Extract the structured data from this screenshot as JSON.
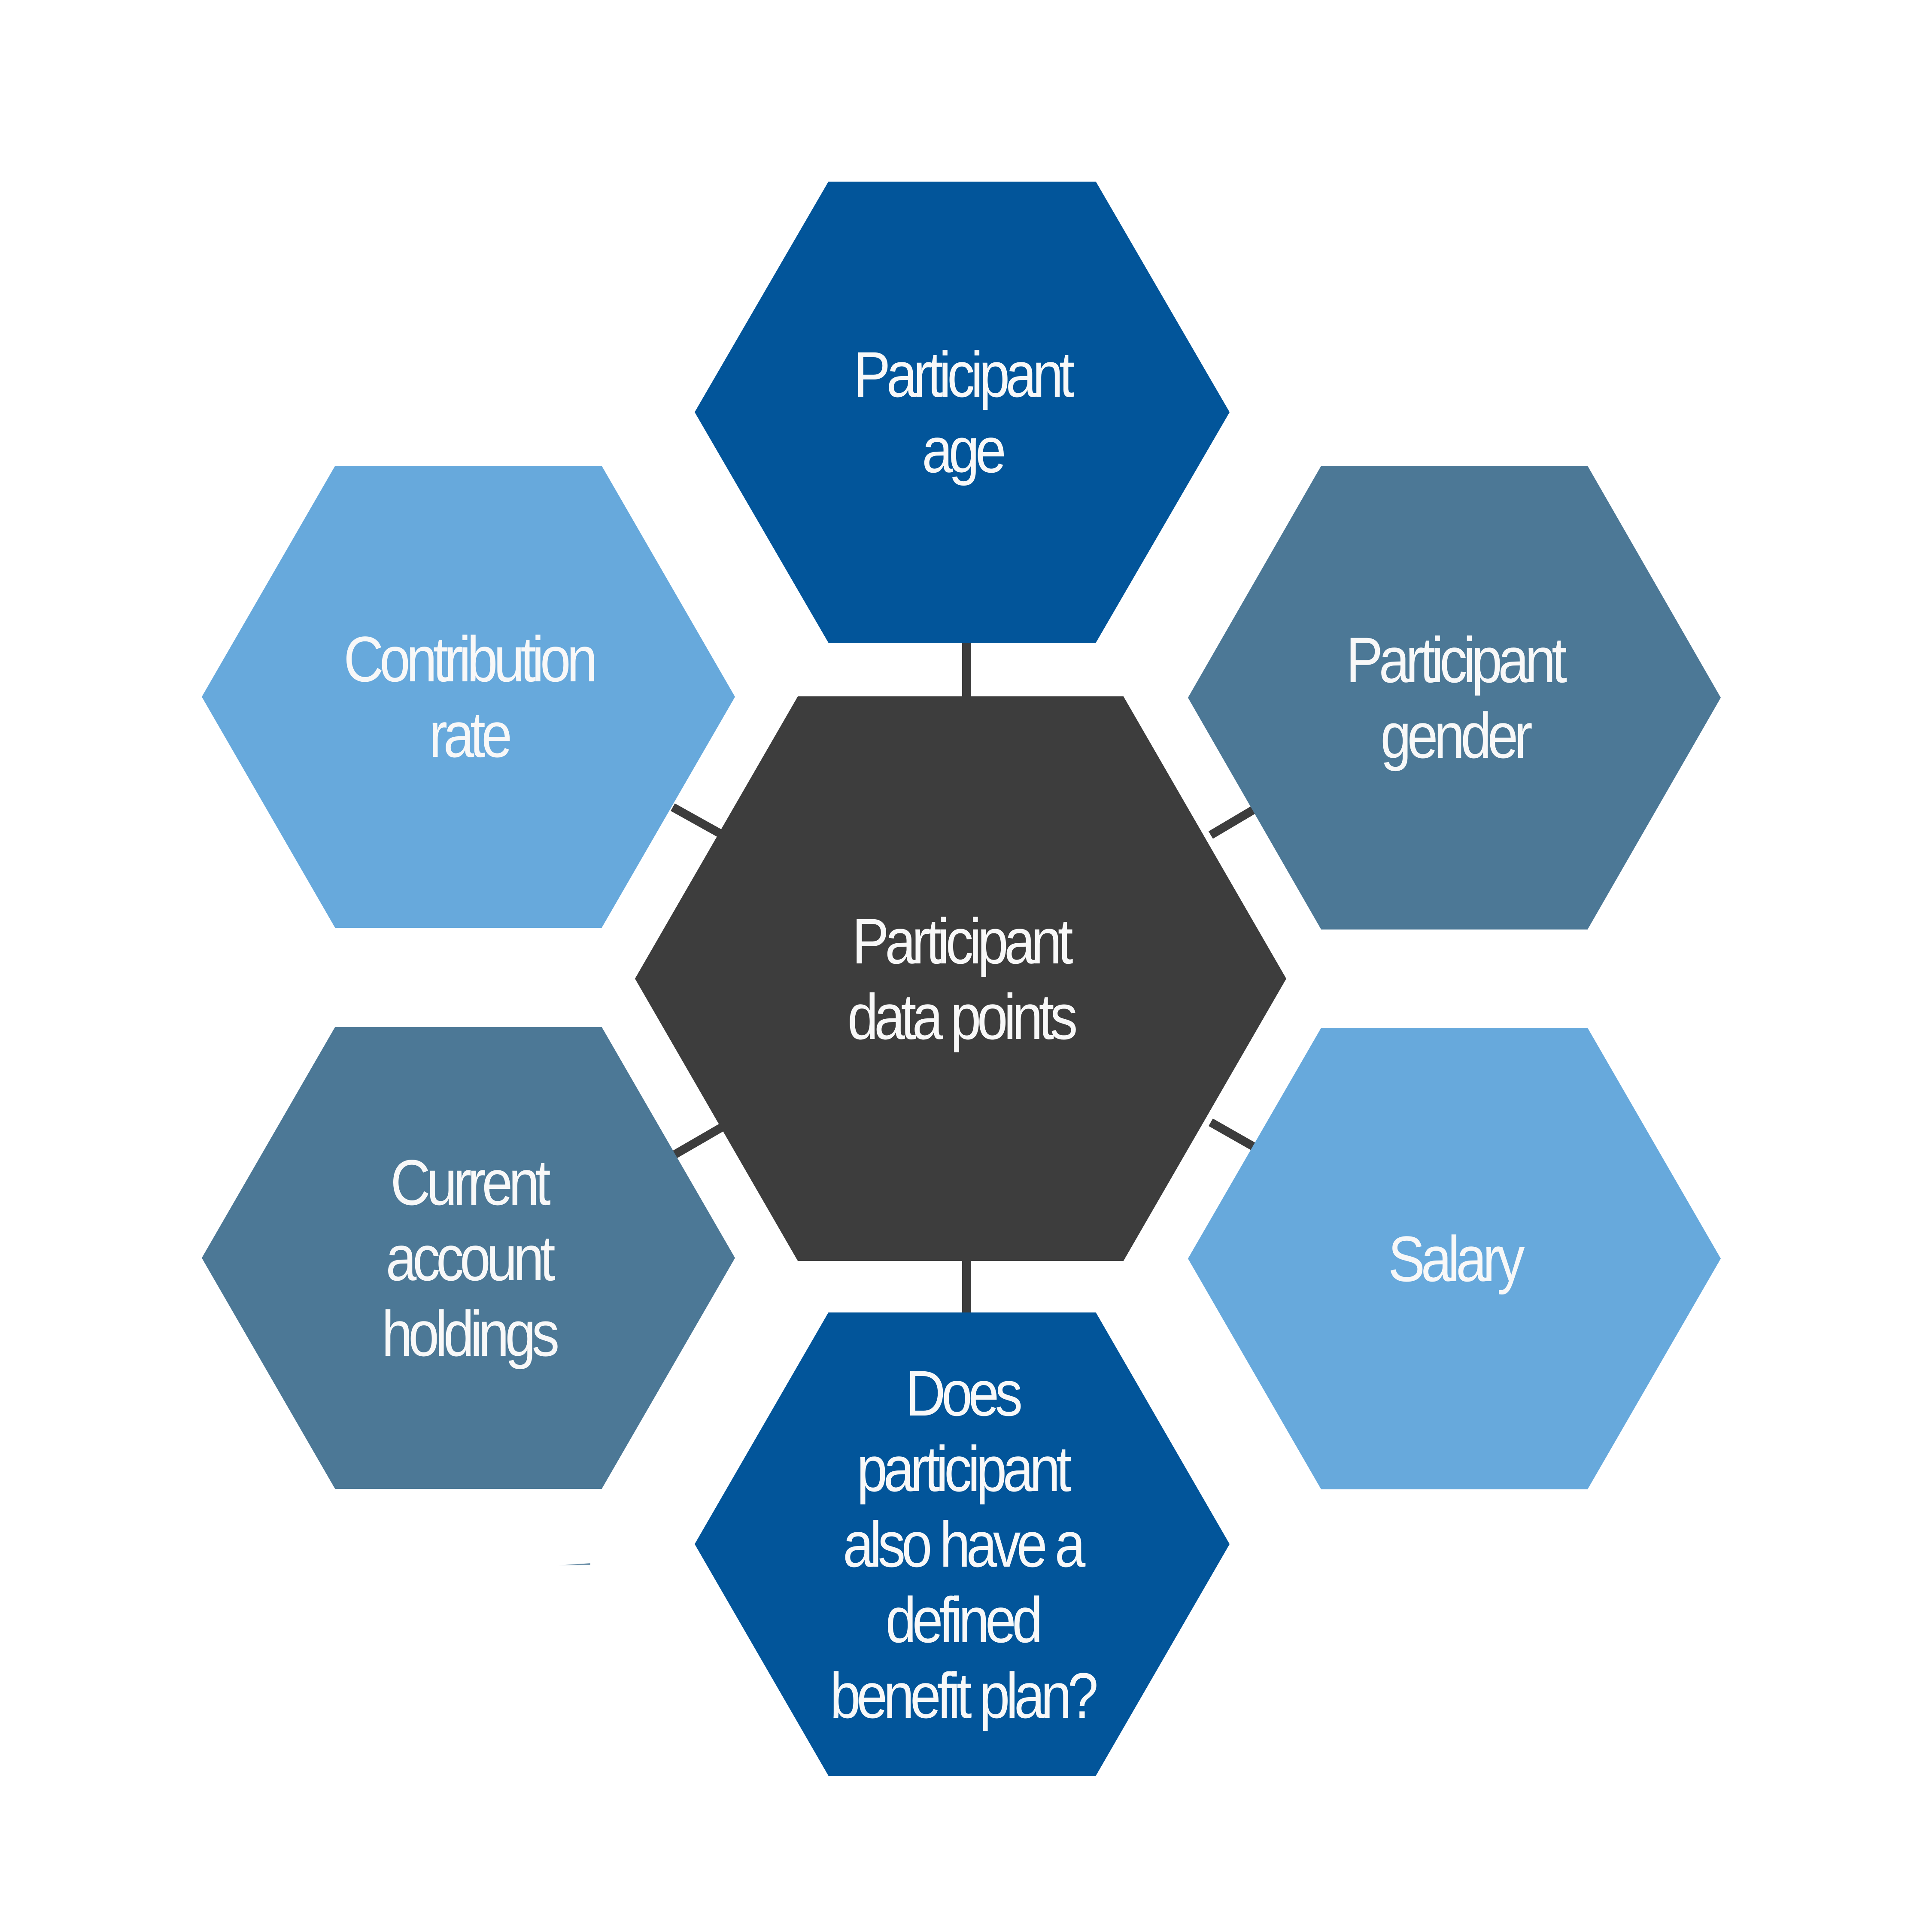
{
  "colors": {
    "center": "#3d3d3d",
    "navy": "#02559a",
    "steel": "#4c7896",
    "light": "#67a9dc",
    "connector": "#3d3d3d",
    "text": "#f8f8f8",
    "background": "#ffffff"
  },
  "center": {
    "label": "Participant\ndata points",
    "color_key": "center"
  },
  "nodes": [
    {
      "id": "participant-age",
      "label": "Participant\nage",
      "color_key": "navy",
      "position": "top"
    },
    {
      "id": "participant-gender",
      "label": "Participant\ngender",
      "color_key": "steel",
      "position": "upper-right"
    },
    {
      "id": "salary",
      "label": "Salary",
      "color_key": "light",
      "position": "lower-right"
    },
    {
      "id": "defined-benefit-plan",
      "label": "Does\nparticipant\nalso have  a\ndefined\nbenefit plan?",
      "color_key": "navy",
      "position": "bottom"
    },
    {
      "id": "current-account-holdings",
      "label": "Current\naccount\nholdings",
      "color_key": "steel",
      "position": "lower-left"
    },
    {
      "id": "contribution-rate",
      "label": "Contribution\nrate",
      "color_key": "light",
      "position": "upper-left"
    }
  ]
}
